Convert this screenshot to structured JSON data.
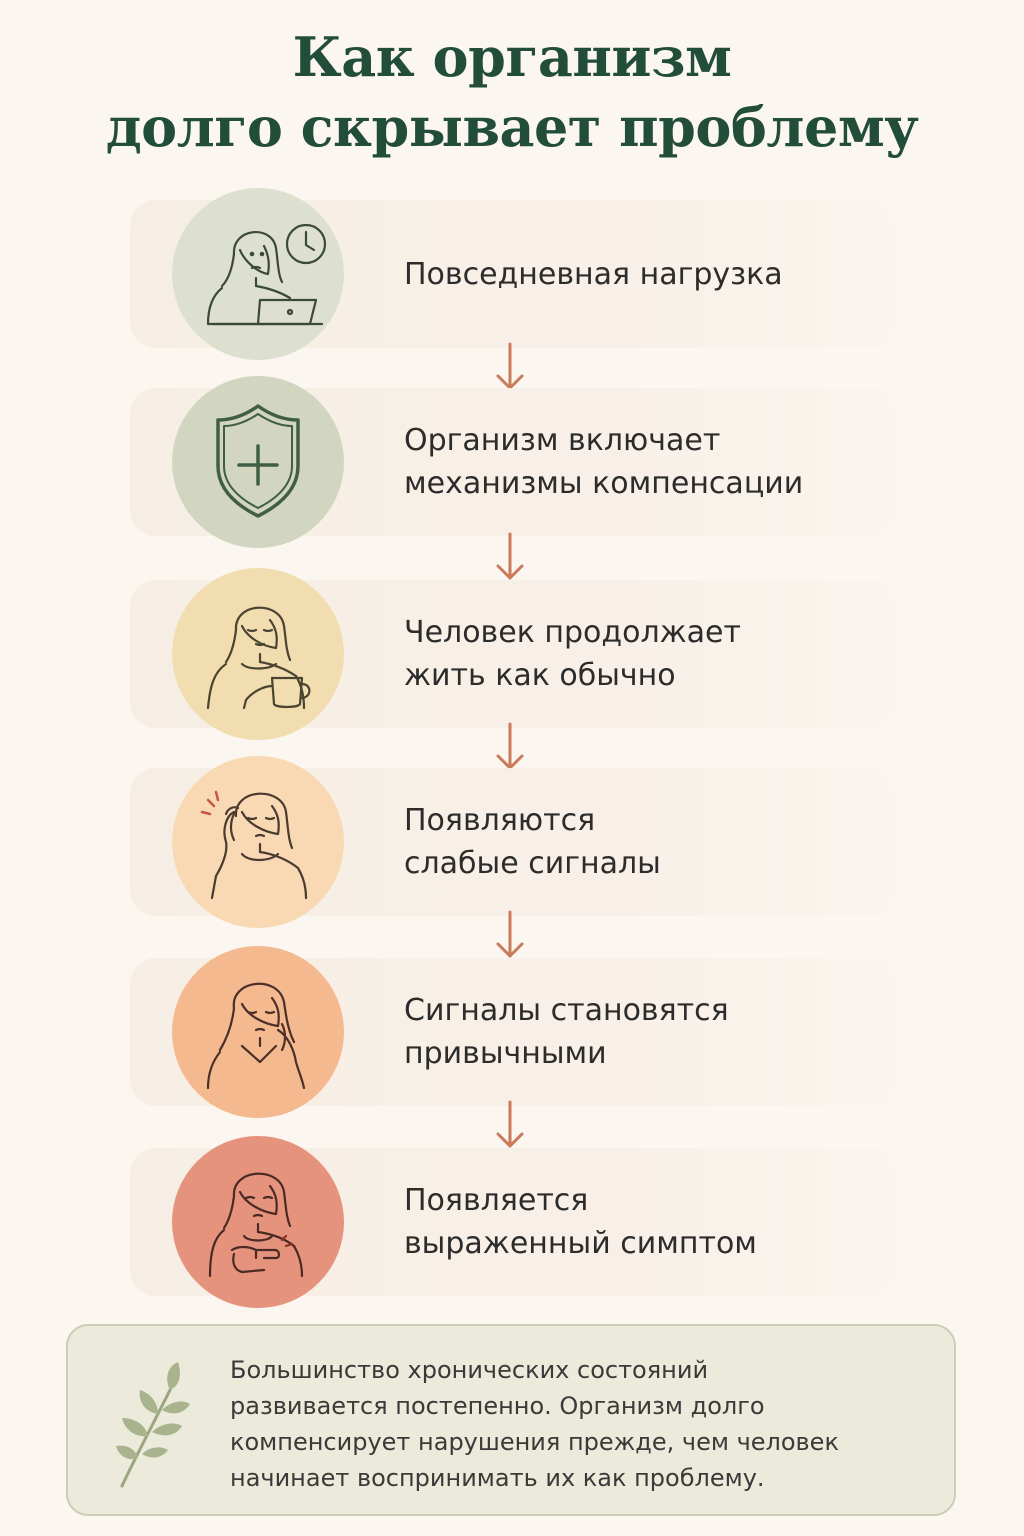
{
  "title": {
    "line1": "Как организм",
    "line2": "долго скрывает проблему"
  },
  "steps": [
    {
      "lines": [
        "Повседневная нагрузка"
      ],
      "icon": "woman-laptop-clock-icon",
      "circle_color": "#dde0cf"
    },
    {
      "lines": [
        "Организм включает",
        "механизмы компенсации"
      ],
      "icon": "shield-plus-icon",
      "circle_color": "#d2d6c0"
    },
    {
      "lines": [
        "Человек продолжает",
        "жить как обычно"
      ],
      "icon": "woman-cup-icon",
      "circle_color": "#f2ddb0"
    },
    {
      "lines": [
        "Появляются",
        "слабые сигналы"
      ],
      "icon": "woman-headache-icon",
      "circle_color": "#f8d9b4"
    },
    {
      "lines": [
        "Сигналы становятся",
        "привычными"
      ],
      "icon": "woman-tired-icon",
      "circle_color": "#f4b98e"
    },
    {
      "lines": [
        "Появляется",
        "выраженный симптом"
      ],
      "icon": "woman-chest-pain-icon",
      "circle_color": "#e6937e"
    }
  ],
  "note": {
    "icon": "leaf-branch-icon",
    "lines": [
      "Большинство хронических состояний",
      "развивается постепенно. Организм долго",
      "компенсирует нарушения прежде, чем человек",
      "начинает воспринимать их как проблему."
    ]
  },
  "colors": {
    "title": "#234d3b",
    "arrow": "#c97b5a",
    "line_art": "#3b4a38",
    "shield": "#3f5e45"
  }
}
